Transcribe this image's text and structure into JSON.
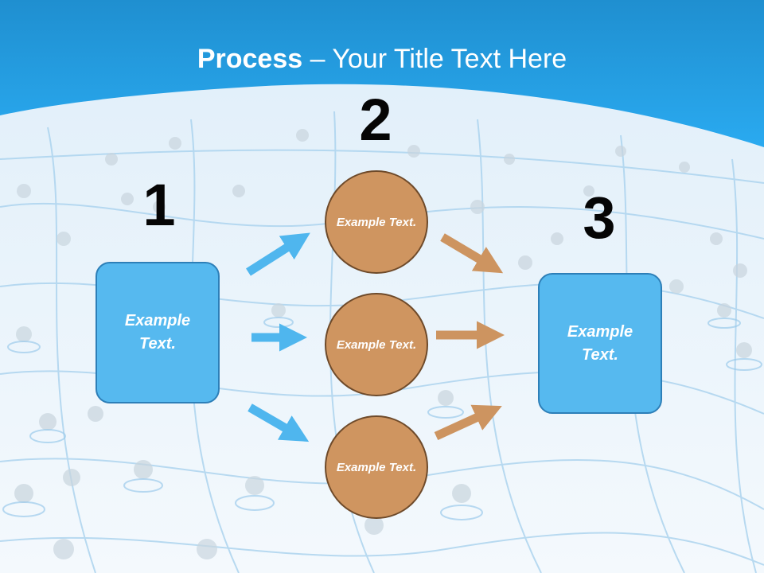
{
  "slide": {
    "title_bold": "Process",
    "title_rest": " – Your Title Text Here"
  },
  "steps": {
    "one": "1",
    "two": "2",
    "three": "3"
  },
  "boxes": {
    "left": "Example Text.",
    "right": "Example Text."
  },
  "circles": {
    "top": "Example Text.",
    "middle": "Example Text.",
    "bottom": "Example Text."
  },
  "colors": {
    "header_blue": "#1e96da",
    "box_blue": "#56b9ef",
    "circle_brown": "#cf9560",
    "arrow_blue": "#4fb6ee",
    "arrow_brown": "#cd9460"
  }
}
